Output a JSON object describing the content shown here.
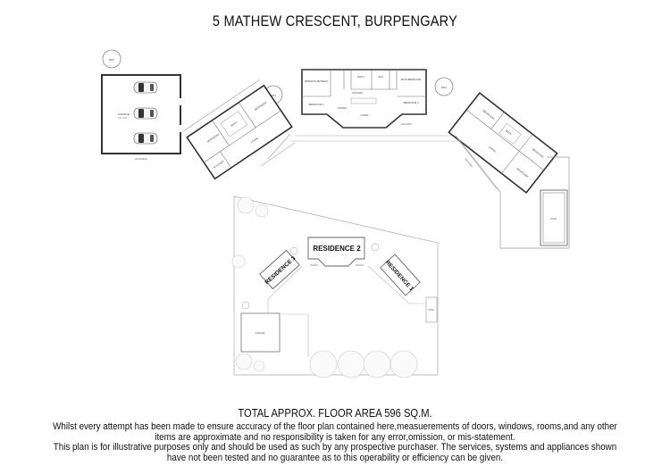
{
  "header": {
    "title": "5 MATHEW CRESCENT, BURPENGARY"
  },
  "plan": {
    "garage": {
      "label": "GARAGE",
      "dims": "0.0 x 0.0",
      "caption": "ADJOINING",
      "badge": "ENT",
      "cars": 3
    },
    "residence_3_wing": {
      "rooms": [
        "BEDROOM",
        "BATH",
        "LDRY",
        "BEDROOM",
        "LIVING",
        "KITCHEN"
      ],
      "badge": "ENT"
    },
    "residence_2_main": {
      "rooms": [
        "PARENTS RETREAT",
        "BATH",
        "WIC",
        "MAIN BEDROOM",
        "BEDROOM 3",
        "KITCHEN",
        "DINING",
        "LIVING",
        "BEDROOM 2"
      ],
      "caption": "WALKWAY",
      "badge": "ENT"
    },
    "residence_1_wing": {
      "rooms": [
        "BEDROOM",
        "BEDROOM",
        "BATH",
        "LIVING",
        "BEDROOM",
        "KITCHEN"
      ],
      "caption": "WALKWAY"
    },
    "pool": {
      "label": "POOL"
    },
    "site": {
      "labels": {
        "residence_1": "RESIDENCE 1",
        "residence_2": "RESIDENCE 2",
        "residence_3": "RESIDENCE 3",
        "garage": "GARAGE",
        "pool": "POOL",
        "ent": "ENT"
      }
    }
  },
  "footer": {
    "floor_area": "TOTAL APPROX. FLOOR AREA  596 SQ.M.",
    "disclaimer_lines": [
      "Whilst every attempt has been made to ensure accuracy of the floor plan contained here,measuerements of doors, windows, rooms,and any other",
      "items are approximate  and no responsibility is taken for any error,omission, or mis-statement.",
      "This plan is for illustrative purposes only and should be used as such by any prospective purchaser. The services, systems and appliances shown",
      "have not been tested and no guarantee as to this operability or efficiency can be given."
    ]
  }
}
